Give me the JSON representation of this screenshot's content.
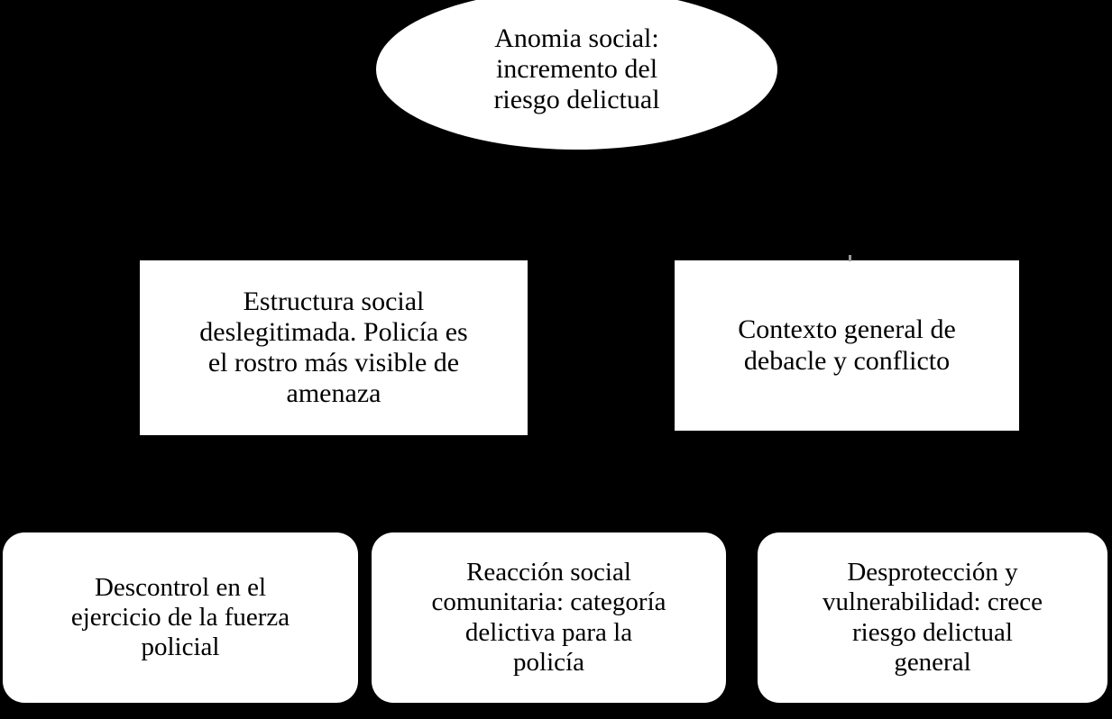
{
  "diagram": {
    "type": "flow-diagram",
    "background_color": "#000000",
    "shape_fill_color": "#ffffff",
    "text_color": "#000000",
    "nodes": {
      "root": {
        "shape": "ellipse",
        "text": "Anomia social:\nincremento del\nriesgo delictual"
      },
      "level2": [
        {
          "shape": "rectangle",
          "text": "Estructura social\ndeslegitimada. Policía es\nel rostro más visible de\namenaza"
        },
        {
          "shape": "rectangle",
          "text": "Contexto general de\ndebacle y conflicto"
        }
      ],
      "level3": [
        {
          "shape": "rounded-rectangle",
          "text": "Descontrol en el\nejercicio de la fuerza\npolicial"
        },
        {
          "shape": "rounded-rectangle",
          "text": "Reacción social\ncomunitaria: categoría\ndelictiva para la\npolicía"
        },
        {
          "shape": "rounded-rectangle",
          "text": "Desprotección y\nvulnerabilidad: crece\nriesgo delictual\ngeneral"
        }
      ]
    }
  }
}
